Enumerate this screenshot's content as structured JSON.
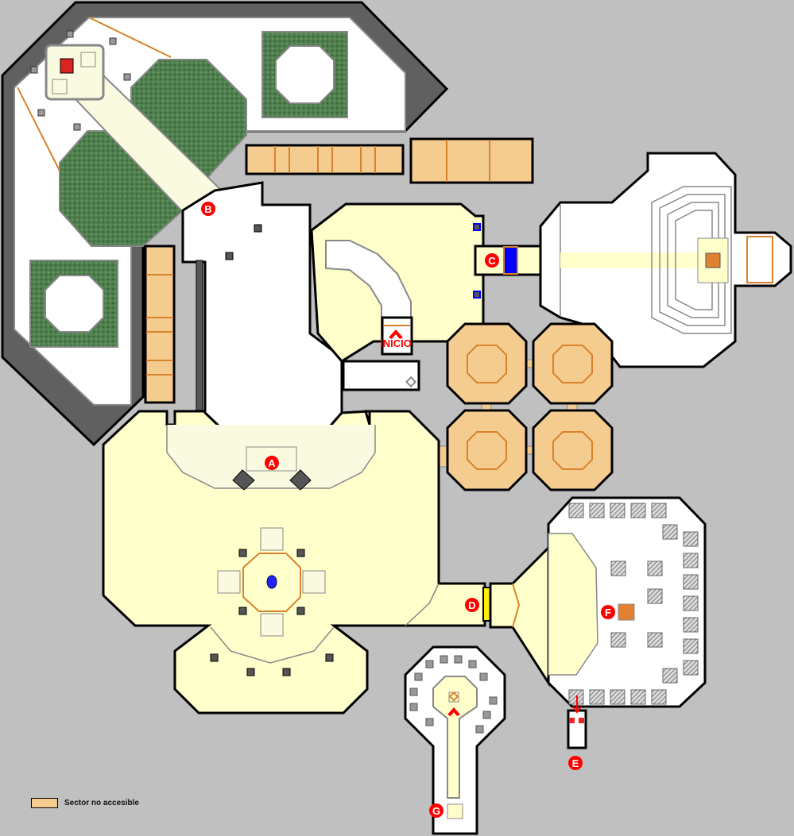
{
  "map": {
    "start_label": "INICIO",
    "markers": [
      "A",
      "B",
      "C",
      "D",
      "E",
      "F",
      "G"
    ],
    "colors": {
      "background": "#c0c0c0",
      "floor_yellow": "#ffffcc",
      "floor_white": "#ffffff",
      "inaccessible": "#f5cc8f",
      "inaccessible_border": "#d9822b",
      "outer_wall": "#606060",
      "vegetation": "#4f7f4f",
      "marker": "#ff0000",
      "blue_door": "#0000ff",
      "yellow_door": "#ffee00"
    }
  },
  "legend": {
    "items": [
      {
        "label": "Sector no accesible",
        "color": "#f5cc8f"
      }
    ]
  }
}
